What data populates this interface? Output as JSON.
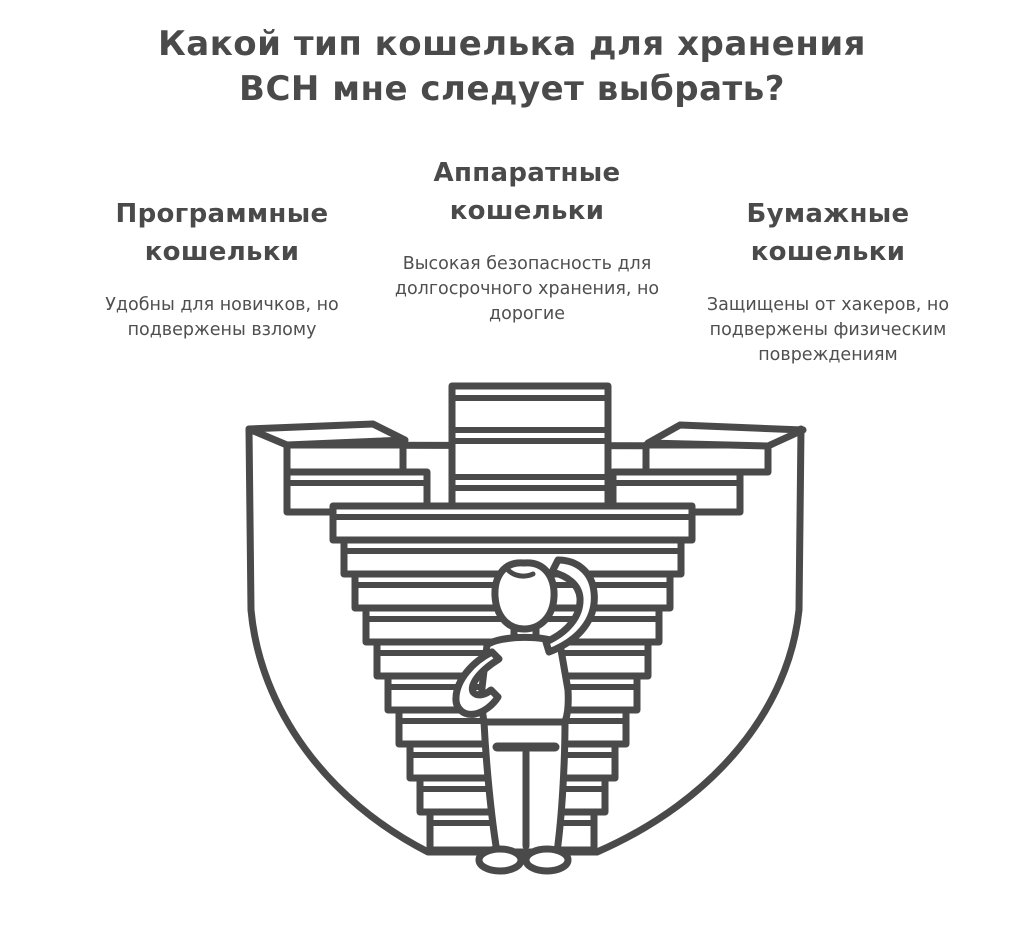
{
  "page": {
    "background": "#ffffff",
    "text_color": "#4a4a4a",
    "stroke_color": "#4a4a4a"
  },
  "title": "Какой тип кошелька для хранения BCH мне следует выбрать?",
  "columns": [
    {
      "id": "software-wallets",
      "heading": "Программные кошельки",
      "description": "Удобны для новичков, но подвержены взлому"
    },
    {
      "id": "hardware-wallets",
      "heading": "Аппаратные кошельки",
      "description": "Высокая безопасность для долгосрочного хранения, но дорогие"
    },
    {
      "id": "paper-wallets",
      "heading": "Бумажные кошельки",
      "description": "Защищены от хакеров, но подвержены физическим повреждениям"
    }
  ],
  "illustration": {
    "name": "confused-person-before-branching-staircase",
    "description": "Line drawing of a person scratching their head in front of a funnel-shaped staircase with three raised platforms"
  }
}
